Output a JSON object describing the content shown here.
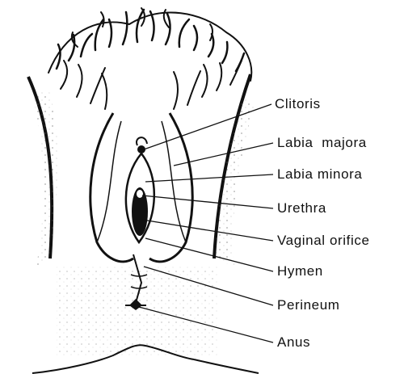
{
  "labels": {
    "clitoris": "Clitoris",
    "labia_majora": "Labia  majora",
    "labia_minora": "Labia minora",
    "urethra": "Urethra",
    "vaginal_orifice": "Vaginal orifice",
    "hymen": "Hymen",
    "perineum": "Perineum",
    "anus": "Anus"
  },
  "colors": {
    "ink": "#111111",
    "background": "#ffffff"
  }
}
